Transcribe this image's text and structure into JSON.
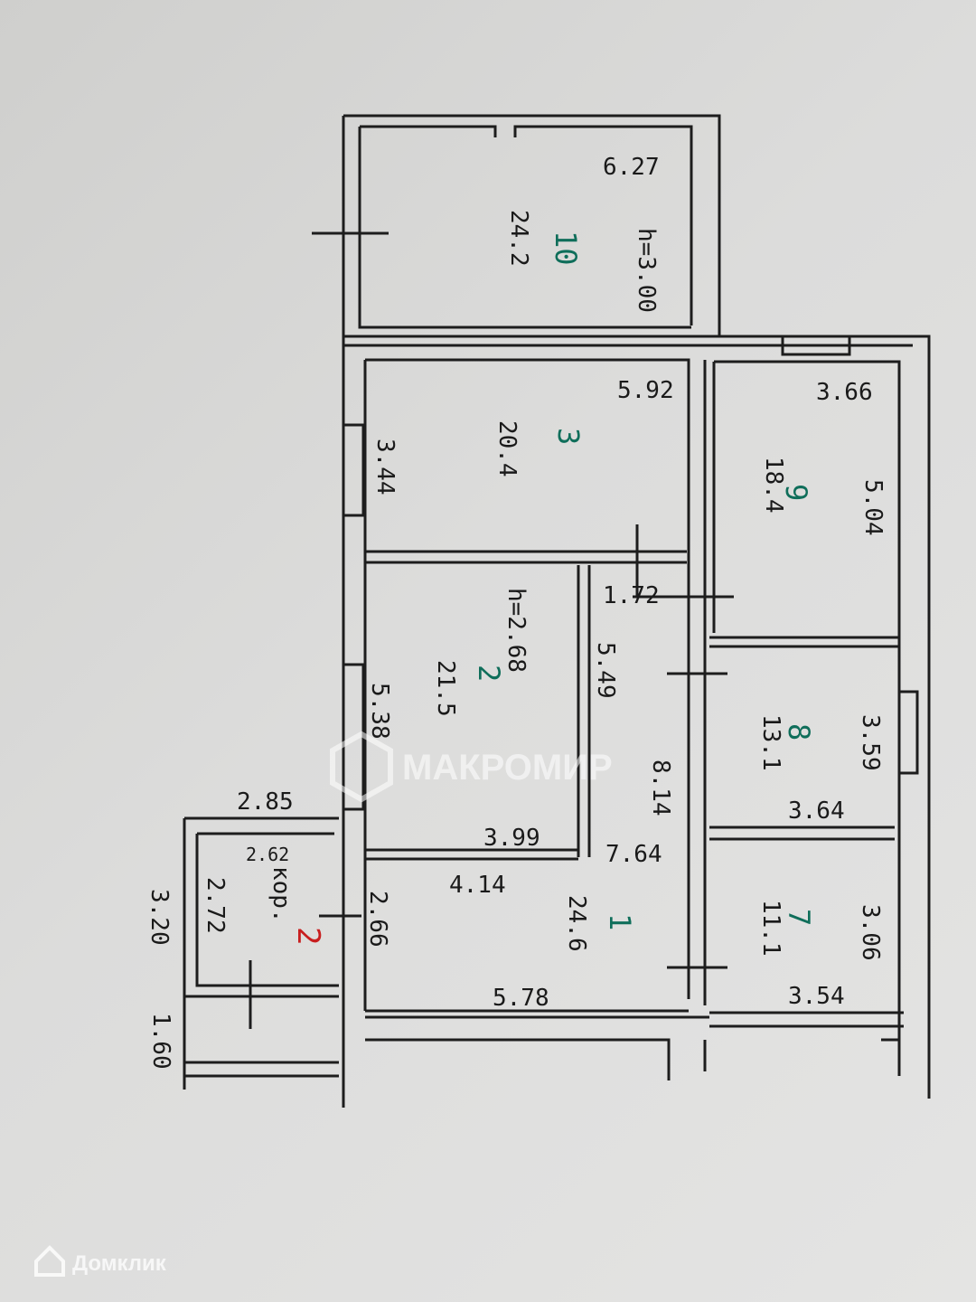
{
  "rooms": {
    "r10": {
      "number": "10",
      "area": "24.2",
      "width": "6.27",
      "height_label": "h=3.00"
    },
    "r3": {
      "number": "3",
      "area": "20.4",
      "width": "5.92",
      "depth": "3.44"
    },
    "r9": {
      "number": "9",
      "area": "18.4",
      "width": "3.66",
      "depth": "5.04"
    },
    "r2": {
      "number": "2",
      "area": "21.5",
      "height_label": "h=2.68",
      "depth": "5.38",
      "side": "5.49",
      "width": "3.99"
    },
    "corridor": {
      "width": "1.72",
      "length": "8.14",
      "side": "7.64"
    },
    "r8": {
      "number": "8",
      "area": "13.1",
      "depth": "3.59",
      "width": "3.64"
    },
    "r7": {
      "number": "7",
      "area": "11.1",
      "depth": "3.06",
      "width": "3.54"
    },
    "r1": {
      "number": "1",
      "area": "24.6",
      "top": "4.14",
      "width": "5.78",
      "depth": "2.66"
    },
    "r4": {
      "label": "кор.",
      "number": "2",
      "top": "2.85",
      "inner": "2.62",
      "depth": "2.72",
      "outer": "3.20",
      "balcony": "1.60"
    }
  },
  "watermarks": {
    "makromir": "МАКРОМИР",
    "domclick": "Домклик"
  },
  "colors": {
    "paper": "#d8d8d7",
    "ink": "#1d1d1d",
    "green": "#0f6e5a",
    "red": "#c81e1e"
  }
}
